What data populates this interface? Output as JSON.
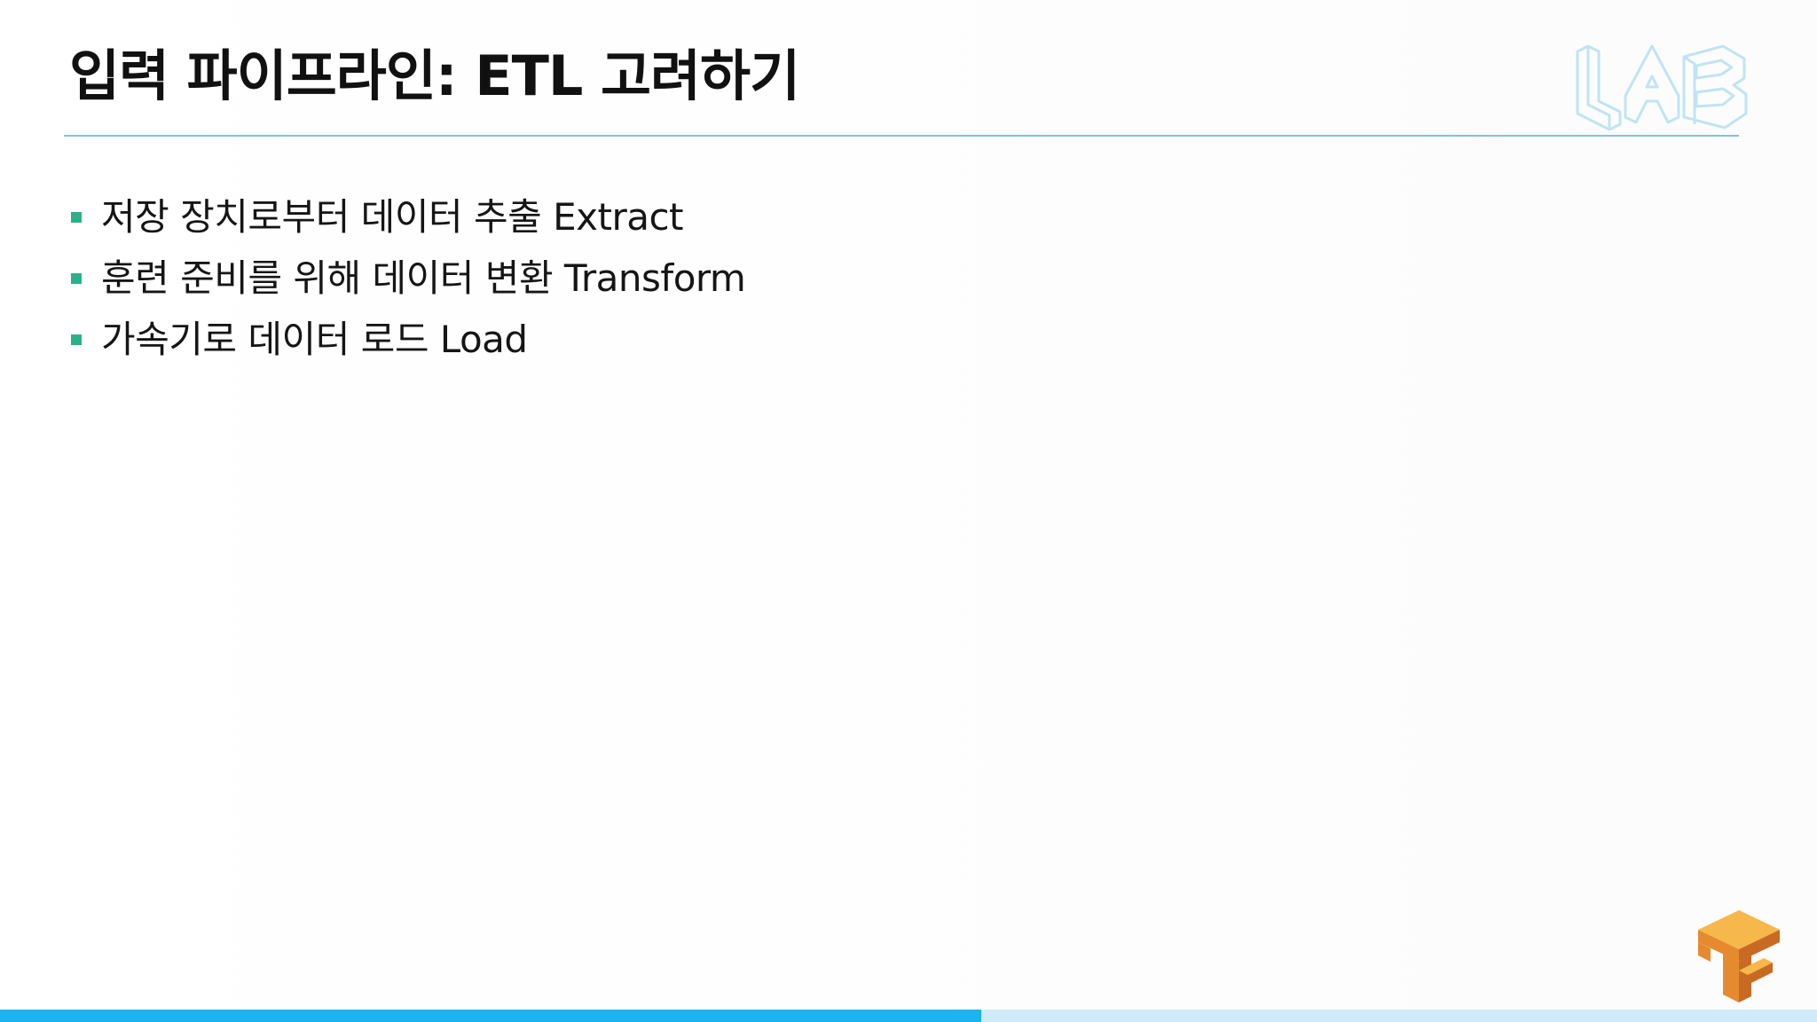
{
  "slide": {
    "title": "입력 파이프라인: ETL 고려하기",
    "bullets": [
      {
        "text": "저장 장치로부터 데이터 추출 Extract"
      },
      {
        "text": "훈련 준비를 위해 데이터 변환 Transform"
      },
      {
        "text": "가속기로 데이터 로드 Load"
      }
    ]
  },
  "logos": {
    "top_right": "lab-logo-icon",
    "bottom_right": "tensorflow-logo-icon"
  },
  "progress": {
    "fraction": 0.54
  },
  "colors": {
    "title_rule": "#7cc4df",
    "bullet_marker": "#2bb08a",
    "progress_fill": "#1ab4ef",
    "progress_track": "#cfeaf9",
    "tf_orange": "#f0a13a",
    "tf_dark": "#d9772b"
  }
}
